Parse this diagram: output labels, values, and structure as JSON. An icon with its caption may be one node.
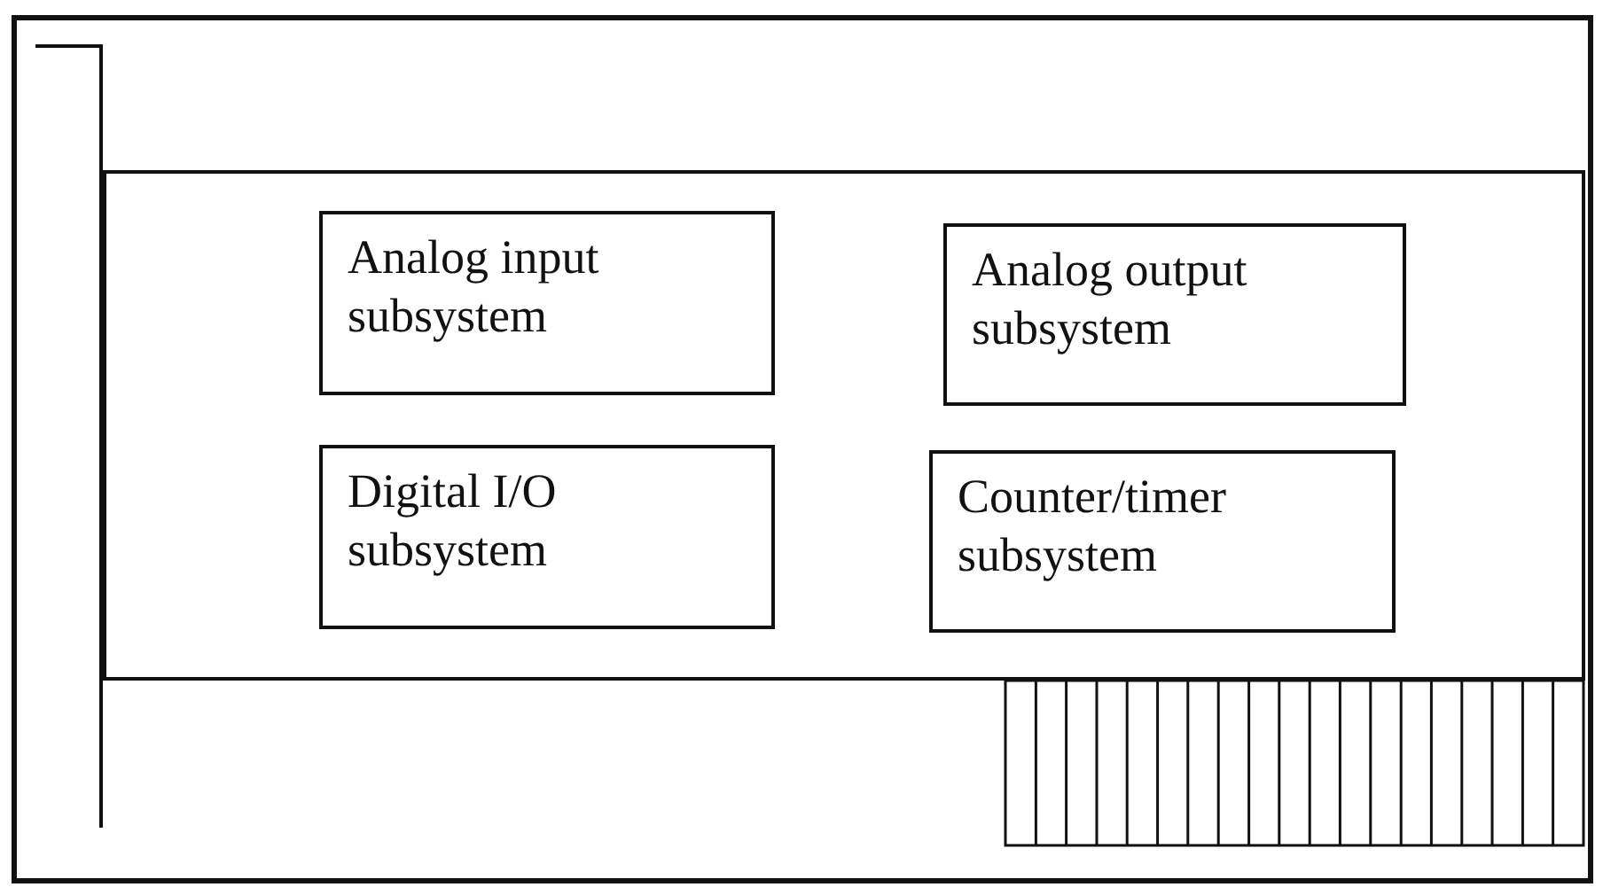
{
  "diagram": {
    "nodes": [
      {
        "text": [],
        "shape": "box"
      },
      {
        "text": [
          "Analog input subsystem"
        ],
        "in": 0
      },
      {
        "text": [
          "Analog output subsystem"
        ],
        "in": 0
      },
      {
        "text": [
          "Digital I/O subsystem"
        ],
        "in": 0
      },
      {
        "text": [
          "Counter/timer subsystem"
        ],
        "in": 0
      }
    ]
  }
}
